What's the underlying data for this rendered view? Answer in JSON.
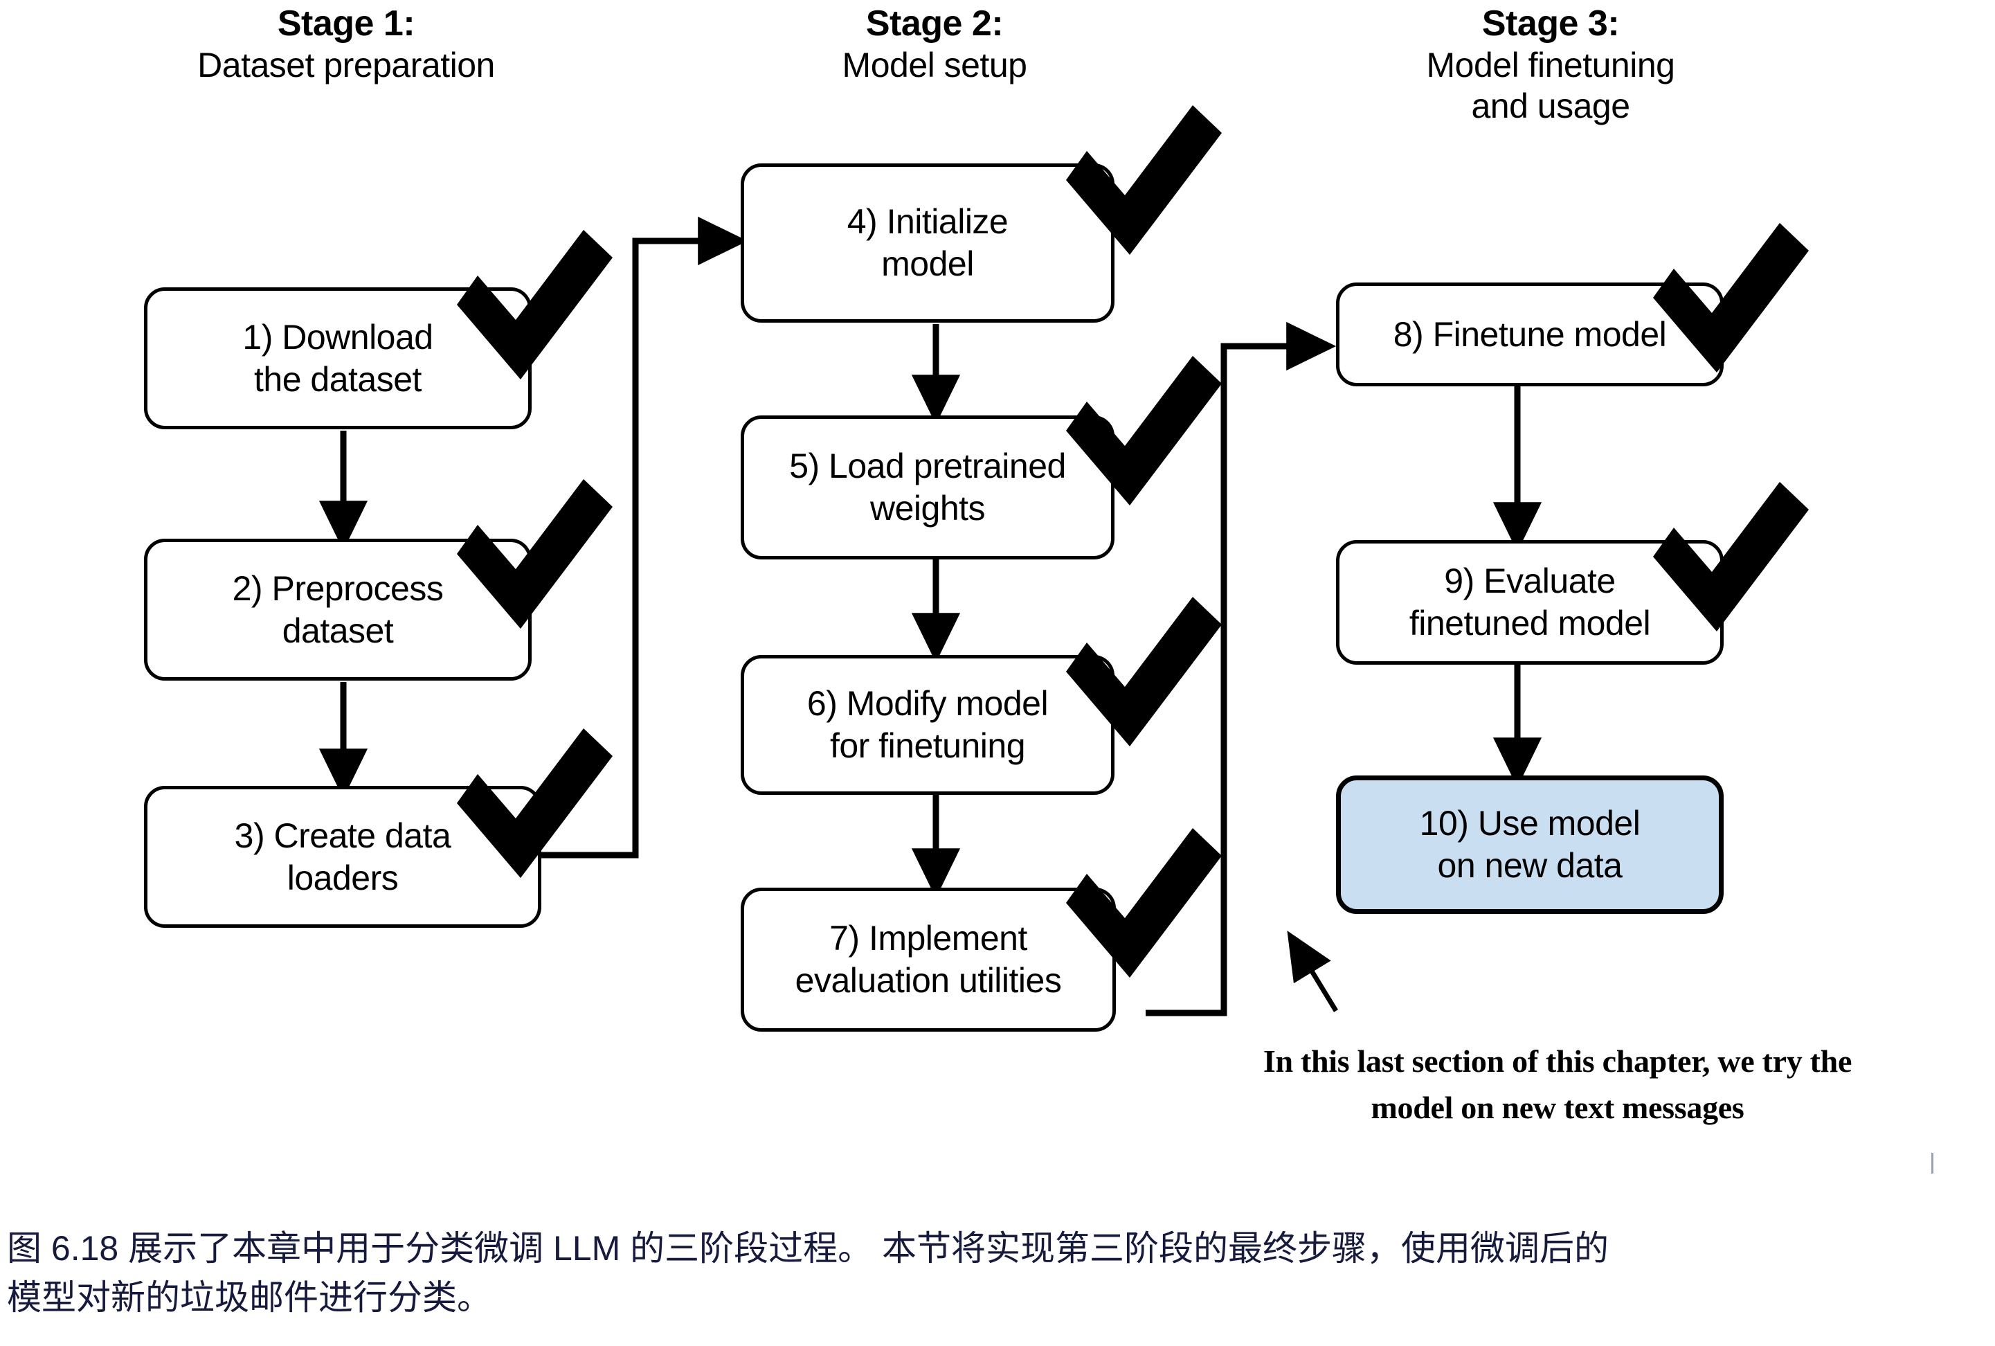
{
  "figure": {
    "stages": [
      {
        "id": "stage-1",
        "title": "Stage 1:",
        "subtitle": "Dataset preparation",
        "steps": [
          {
            "id": "step-1",
            "number": "1)",
            "text": "1) Download\nthe dataset",
            "line1": "1) Download",
            "line2": "the dataset",
            "checked": true
          },
          {
            "id": "step-2",
            "number": "2)",
            "text": "2) Preprocess\ndataset",
            "line1": "2) Preprocess",
            "line2": "dataset",
            "checked": true
          },
          {
            "id": "step-3",
            "number": "3)",
            "text": "3) Create data\nloaders",
            "line1": "3) Create data",
            "line2": "loaders",
            "checked": true
          }
        ]
      },
      {
        "id": "stage-2",
        "title": "Stage 2:",
        "subtitle": "Model setup",
        "steps": [
          {
            "id": "step-4",
            "number": "4)",
            "text": "4) Initialize\nmodel",
            "line1": "4) Initialize",
            "line2": "model",
            "checked": true
          },
          {
            "id": "step-5",
            "number": "5)",
            "text": "5) Load pretrained\nweights",
            "line1": "5) Load pretrained",
            "line2": "weights",
            "checked": true
          },
          {
            "id": "step-6",
            "number": "6)",
            "text": "6) Modify model\nfor finetuning",
            "line1": "6) Modify model",
            "line2": "for finetuning",
            "checked": true
          },
          {
            "id": "step-7",
            "number": "7)",
            "text": "7) Implement\nevaluation utilities",
            "line1": "7) Implement",
            "line2": "evaluation utilities",
            "checked": true
          }
        ]
      },
      {
        "id": "stage-3",
        "title": "Stage 3:",
        "subtitle": "Model finetuning\nand usage",
        "subtitle_line1": "Model finetuning",
        "subtitle_line2": "and usage",
        "steps": [
          {
            "id": "step-8",
            "number": "8)",
            "text": "8) Finetune model",
            "line1": "8) Finetune model",
            "line2": "",
            "checked": true
          },
          {
            "id": "step-9",
            "number": "9)",
            "text": "9) Evaluate\nfinetuned model",
            "line1": "9) Evaluate",
            "line2": "finetuned model",
            "checked": true
          },
          {
            "id": "step-10",
            "number": "10)",
            "text": "10) Use model\non new data",
            "line1": "10) Use model",
            "line2": "on new data",
            "checked": false,
            "highlighted": true
          }
        ]
      }
    ],
    "annotation": {
      "line1": "In this last section of this chapter, we try the",
      "line2": "model on new text messages"
    },
    "colors": {
      "highlight_fill": "#cadef2",
      "stroke": "#000000",
      "caption_text": "#161a3c",
      "background": "#ffffff"
    },
    "icons": {
      "check": "checkmark-icon",
      "arrow": "arrow-icon"
    }
  },
  "caption": {
    "line1": "图 6.18 展示了本章中用于分类微调 LLM 的三阶段过程。 本节将实现第三阶段的最终步骤，使用微调后的",
    "line2": "模型对新的垃圾邮件进行分类。"
  }
}
